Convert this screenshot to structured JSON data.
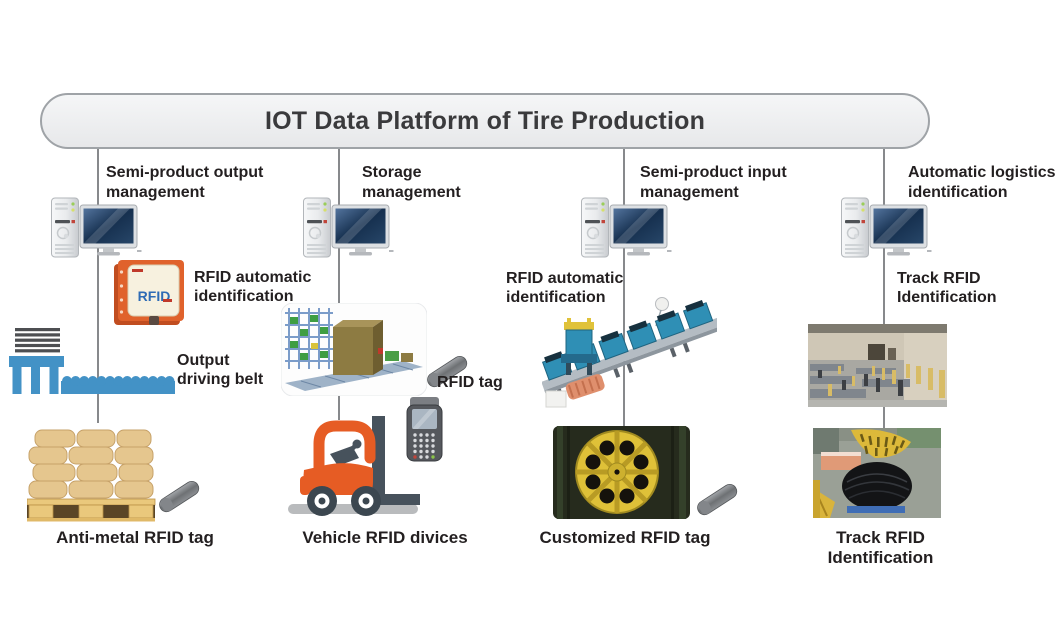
{
  "platform": {
    "title": "IOT Data Platform of Tire Production"
  },
  "columns": [
    {
      "header": "Semi-product output management",
      "reader": {
        "label": "RFID automatic identification",
        "device_text": "RFID"
      },
      "belt": {
        "label": "Output driving belt"
      },
      "bottom": {
        "label": "Anti-metal RFID tag"
      }
    },
    {
      "header": "Storage management",
      "tag": {
        "label": "RFID tag"
      },
      "bottom": {
        "label": "Vehicle RFID divices"
      }
    },
    {
      "header": "Semi-product input management",
      "machine": {
        "label": "RFID automatic identification"
      },
      "bottom": {
        "label": "Customized RFID tag"
      }
    },
    {
      "header": "Automatic logistics identification",
      "track": {
        "label": "Track RFID Identification"
      },
      "bottom": {
        "label": "Track RFID Identification"
      }
    }
  ],
  "palette": {
    "pill_fill": "#eeeff1",
    "pill_border": "#9fa3a7",
    "connector_gray": "#87898c",
    "text_dark": "#231f20",
    "belt_blue": "#4392c6",
    "forklift_orange": "#e65c24",
    "reader_orange": "#e0622c",
    "tag_yellow": "#dfc138",
    "screen_navy": "#1e3a60"
  }
}
